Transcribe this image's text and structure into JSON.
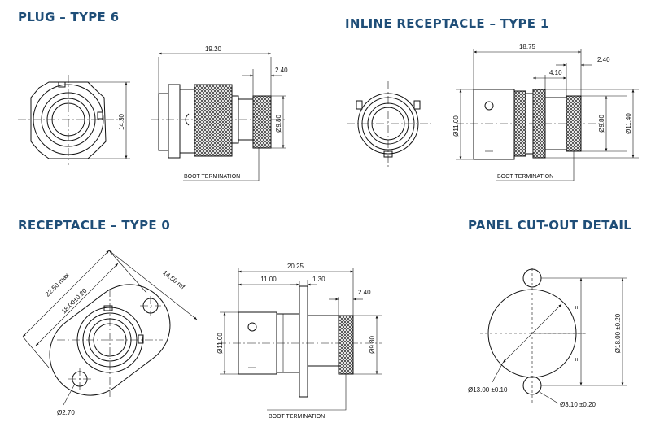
{
  "headings": {
    "plug": "PLUG – TYPE 6",
    "inline": "INLINE RECEPTACLE – TYPE 1",
    "receptacle": "RECEPTACLE – TYPE 0",
    "panel": "PANEL CUT-OUT DETAIL"
  },
  "plug": {
    "length": "19.20",
    "boot_len": "2.40",
    "front_height": "14.30",
    "boot_dia": "Ø9.80",
    "boot_label": "BOOT TERMINATION"
  },
  "inline": {
    "length": "18.75",
    "boot_len": "2.40",
    "mid_len": "4.10",
    "body_dia": "Ø11.00",
    "boot_dia": "Ø9.80",
    "flange_dia": "Ø11.40",
    "boot_label": "BOOT TERMINATION"
  },
  "receptacle": {
    "max_len": "22.50 max",
    "hole_pitch": "18.00±0.20",
    "flange_ref": "14.50 ref",
    "hole_dia": "Ø2.70",
    "length": "20.25",
    "body_len": "11.00",
    "flange_thk": "1.30",
    "boot_len": "2.40",
    "body_dia": "Ø11.00",
    "boot_dia": "Ø9.80",
    "boot_label": "BOOT TERMINATION"
  },
  "panel": {
    "center_dia": "Ø13.00 ±0.10",
    "hole_dia": "Ø3.10 ±0.20",
    "pitch": "Ø18.00 ±0.20",
    "eq1": "=",
    "eq2": "="
  },
  "colors": {
    "heading": "#1f4e78",
    "line": "#111111"
  }
}
